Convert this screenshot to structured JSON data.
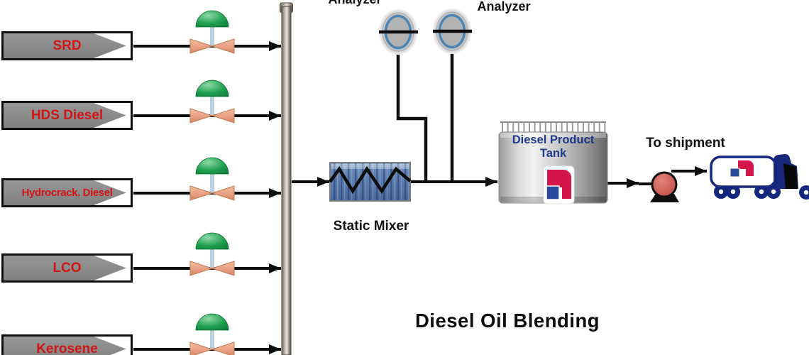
{
  "diagram_title": "Diesel Oil Blending",
  "feeds": [
    {
      "label": "SRD"
    },
    {
      "label": "HDS Diesel"
    },
    {
      "label": "Hydrocrack. Diesel"
    },
    {
      "label": "LCO"
    },
    {
      "label": "Kerosene"
    }
  ],
  "labels": {
    "analyzer_left": "Analyzer",
    "analyzer_right": "Analyzer",
    "static_mixer": "Static Mixer",
    "tank_line1": "Diesel Product",
    "tank_line2": "Tank",
    "shipment": "To shipment"
  },
  "icons": {
    "valve": "control-valve-icon",
    "analyzer": "analyzer-probe-icon",
    "mixer": "static-mixer-icon",
    "tank": "storage-tank-icon",
    "pump": "centrifugal-pump-icon",
    "truck": "tanker-truck-icon"
  },
  "colors": {
    "feed_label_text": "#d31414",
    "feed_box_fill": "#8b8b8b",
    "valve_actuator_green": "#1fa04f",
    "valve_body_salmon": "#e9a185",
    "valve_stem_blue": "#bccfdc",
    "mixer_blue": "#5b7db3",
    "analyzer_ring_blue": "#4a85b5",
    "tank_label_navy": "#20398f",
    "pump_red": "#c9554d",
    "truck_navy": "#16277d",
    "logo_red": "#d5164a",
    "logo_blue": "#2b4a9b",
    "line_black": "#0d0d0d"
  }
}
